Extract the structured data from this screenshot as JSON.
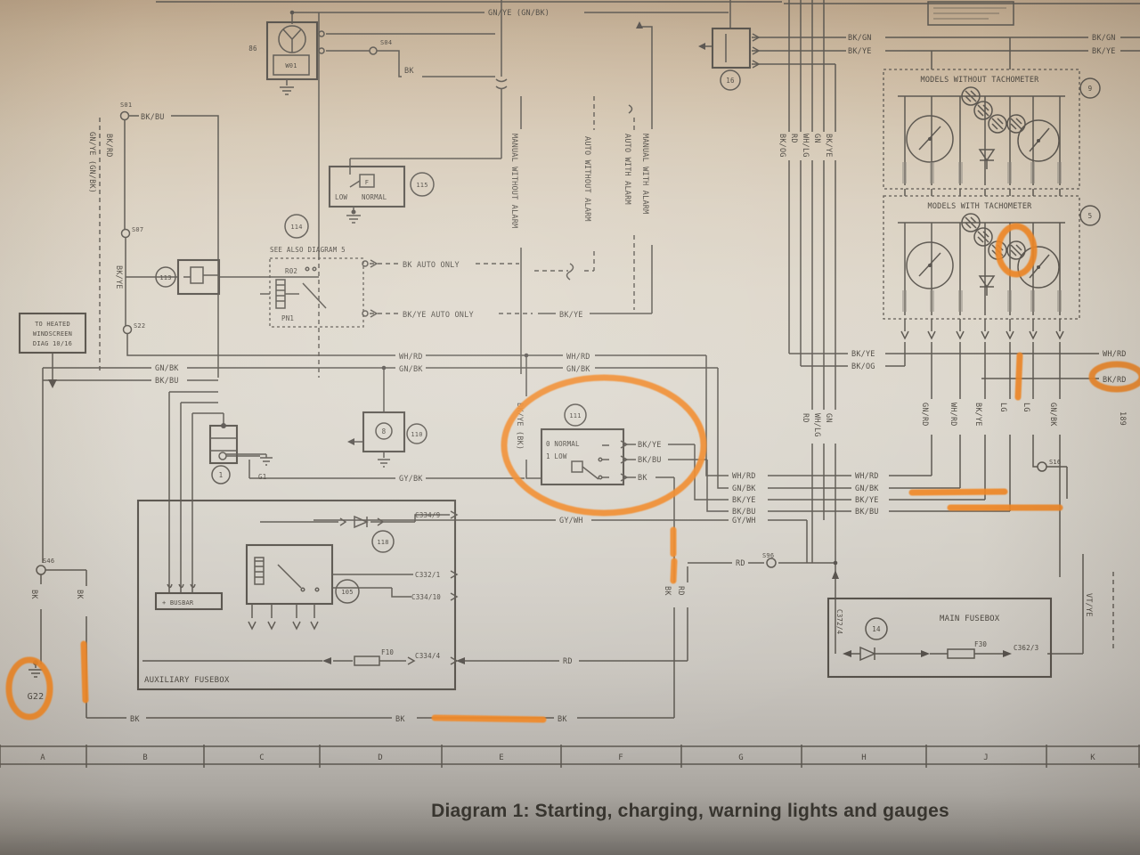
{
  "caption": "Diagram 1: Starting, charging, warning lights and gauges",
  "grid": [
    "A",
    "B",
    "C",
    "D",
    "E",
    "F",
    "G",
    "H",
    "J",
    "K"
  ],
  "components": {
    "washer_id": "86",
    "washer_sub": "W01",
    "conn16": "16",
    "box113": "113",
    "box114": "114",
    "box115": "115",
    "switch111": "111",
    "alt110": "110",
    "alt_pin": "8",
    "relay105": "105",
    "diode118": "118",
    "main14": "14",
    "battery1": "1",
    "cluster9": "9",
    "cluster5": "5"
  },
  "titles": {
    "models_without": "MODELS WITHOUT TACHOMETER",
    "models_with": "MODELS WITH TACHOMETER",
    "main_fusebox": "MAIN FUSEBOX",
    "aux_fusebox": "AUXILIARY FUSEBOX",
    "busbar": "+ BUSBAR",
    "see_also": "SEE ALSO DIAGRAM 5",
    "heated1": "TO HEATED",
    "heated2": "WINDSCREEN",
    "heated3": "DIAG 10/16"
  },
  "switch": {
    "norm0": "0 NORMAL",
    "low1": "1 LOW",
    "low": "LOW",
    "normal": "NORMAL",
    "f": "F",
    "r02": "R02",
    "pn1": "PN1"
  },
  "splices": {
    "s01": "S01",
    "s04": "S04",
    "s07": "S07",
    "s22": "S22",
    "s46": "S46",
    "s96": "S96",
    "s16": "S16",
    "g1": "G1",
    "g22": "G22"
  },
  "fuses": {
    "f10": "F10",
    "f30": "F30",
    "c334_9": "C334/9",
    "c332_1": "C332/1",
    "c334_10": "C334/10",
    "c334_4": "C334/4",
    "c362_3": "C362/3",
    "c372_4": "C372/4"
  },
  "wires": {
    "gnye_gnbk": "GN/YE (GN/BK)",
    "bk": "BK",
    "bkbu": "BK/BU",
    "bkye": "BK/YE",
    "bkgn": "BK/GN",
    "bkog": "BK/OG",
    "bkrd": "BK/RD",
    "whrd": "WH/RD",
    "gnbk": "GN/BK",
    "gybk": "GY/BK",
    "gywh": "GY/WH",
    "rd": "RD",
    "gn": "GN",
    "whlg": "WH/LG",
    "gnrd": "GN/RD",
    "lg": "LG",
    "vtye": "VT/YE",
    "bkye_bk": "BK/YE (BK)",
    "bk_auto": "BK AUTO ONLY",
    "bkye_auto": "BK/YE AUTO ONLY",
    "alarm1": "MANUAL WITHOUT ALARM",
    "alarm2": "AUTO WITHOUT ALARM",
    "alarm3": "AUTO WITH ALARM",
    "alarm4": "MANUAL WITH ALARM",
    "n189": "189"
  },
  "annotation_color": "#f8861b"
}
